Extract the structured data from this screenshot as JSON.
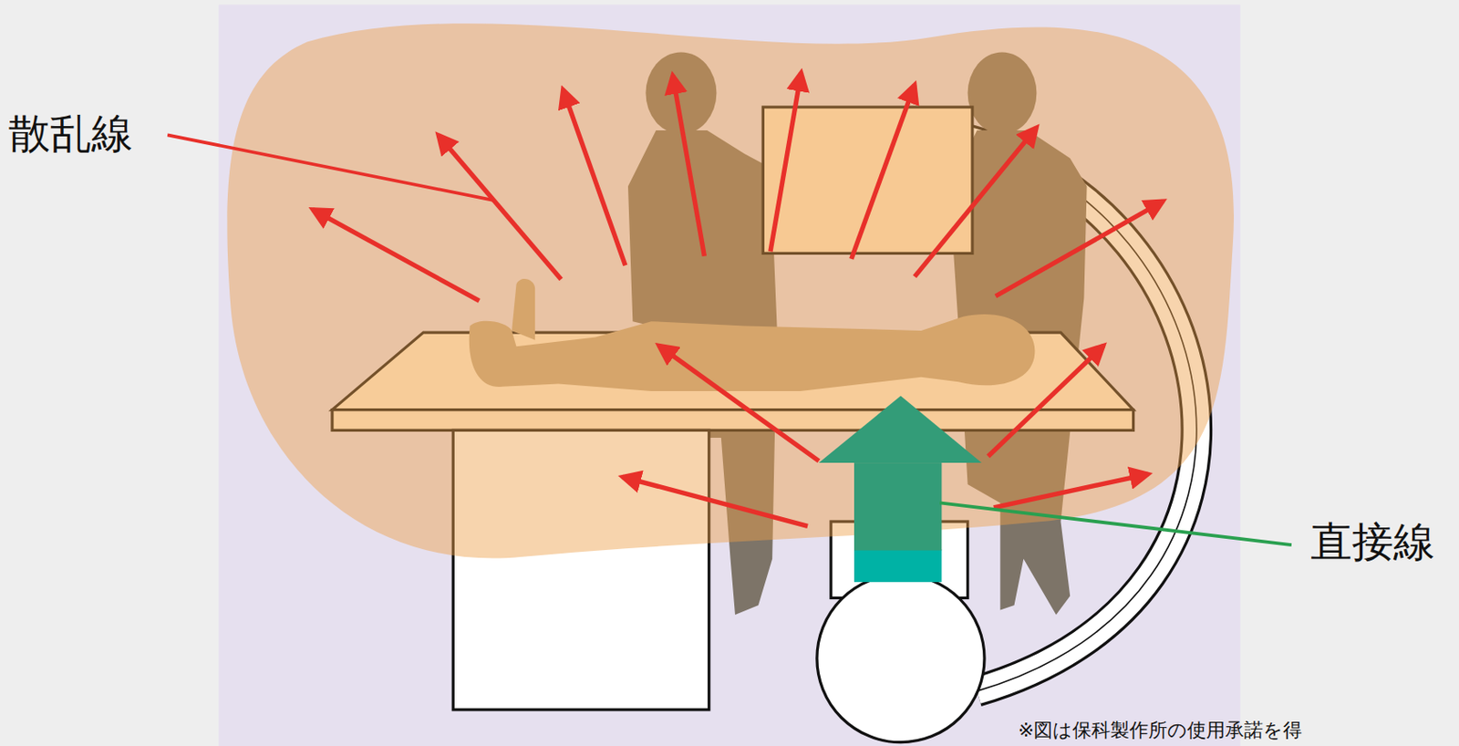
{
  "diagram": {
    "labels": [
      "散乱線",
      "直接線",
      "※図は保科製作所の使用承諾を得"
    ]
  }
}
